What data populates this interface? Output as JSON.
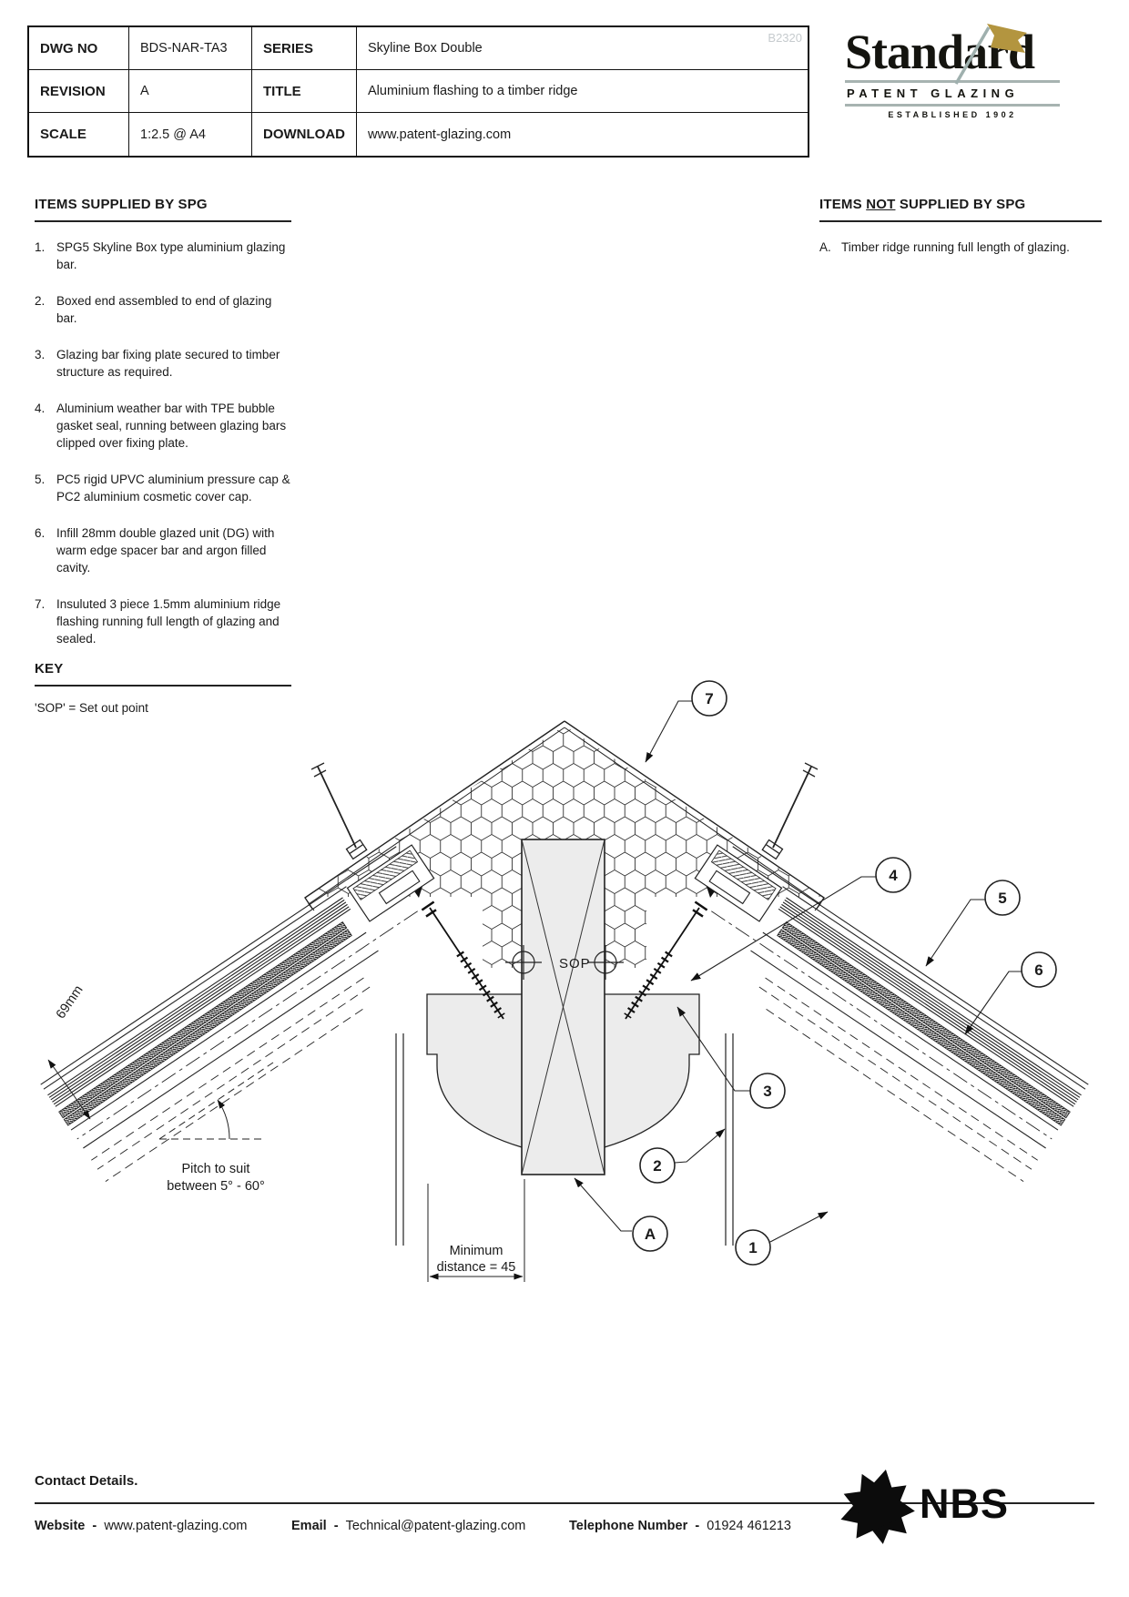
{
  "title_block": {
    "watermark": "B2320",
    "rows": [
      {
        "label1": "DWG NO",
        "value1": "BDS-NAR-TA3",
        "label2": "SERIES",
        "value2": "Skyline Box Double"
      },
      {
        "label1": "REVISION",
        "value1": "A",
        "label2": "TITLE",
        "value2": "Aluminium flashing to a timber ridge"
      },
      {
        "label1": "SCALE",
        "value1": "1:2.5 @ A4",
        "label2": "DOWNLOAD",
        "value2": "www.patent-glazing.com"
      }
    ]
  },
  "logo": {
    "name": "Standard",
    "subtitle": "PATENT GLAZING",
    "established": "ESTABLISHED 1902",
    "flag_color": "#b3953f",
    "pole_color": "#9fb0ae"
  },
  "items_supplied": {
    "heading": "ITEMS SUPPLIED BY SPG",
    "items": [
      {
        "num": "1.",
        "text": "SPG5 Skyline Box type aluminium glazing bar."
      },
      {
        "num": "2.",
        "text": "Boxed end assembled to end of glazing bar."
      },
      {
        "num": "3.",
        "text": "Glazing bar fixing plate secured to timber structure as required."
      },
      {
        "num": "4.",
        "text": "Aluminium weather bar with TPE bubble gasket seal, running between glazing bars clipped over fixing plate."
      },
      {
        "num": "5.",
        "text": "PC5 rigid UPVC aluminium pressure cap & PC2 aluminium cosmetic cover cap."
      },
      {
        "num": "6.",
        "text": "Infill 28mm double glazed unit (DG) with warm edge spacer bar and argon filled cavity."
      },
      {
        "num": "7.",
        "text": "Insuluted 3 piece 1.5mm aluminium ridge flashing running full length of glazing and sealed."
      }
    ]
  },
  "items_not_supplied": {
    "heading_pre": "ITEMS ",
    "heading_not": "NOT",
    "heading_post": " SUPPLIED BY SPG",
    "items": [
      {
        "num": "A.",
        "text": "Timber ridge running full length of glazing."
      }
    ]
  },
  "key": {
    "heading": "KEY",
    "note": "'SOP' = Set out point"
  },
  "drawing": {
    "sop_label": "SOP",
    "dim_69": "69mm",
    "min_dist_line1": "Minimum",
    "min_dist_line2": "distance = 45",
    "pitch_line1": "Pitch to suit",
    "pitch_line2": "between 5° - 60°",
    "balloons": [
      "7",
      "4",
      "5",
      "6",
      "3",
      "2",
      "A",
      "1"
    ]
  },
  "footer": {
    "heading": "Contact Details.",
    "website_label": "Website",
    "email_label": "Email",
    "phone_label": "Telephone Number",
    "sep": "-",
    "website": "www.patent-glazing.com",
    "email": "Technical@patent-glazing.com",
    "phone": "01924 461213",
    "nbs": "NBS"
  }
}
